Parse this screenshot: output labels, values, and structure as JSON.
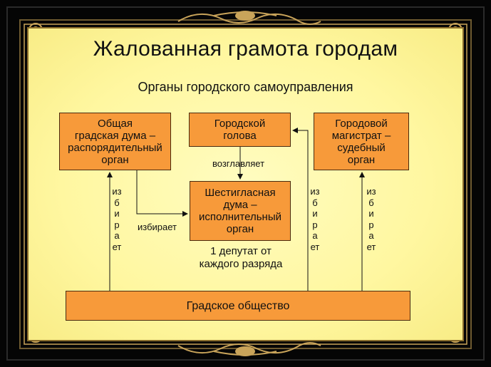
{
  "slide": {
    "title": "Жалованная грамота городам",
    "subtitle": "Органы городского самоуправления"
  },
  "boxes": {
    "duma": "Общая\nградская дума –\nраспорядительный\nорган",
    "golova": "Городской\nголова",
    "magistrat": "Городовой\nмагистрат –\nсудебный\nорган",
    "six": "Шестигласная\nдума –\nисполнительный\nорган",
    "society": "Градское общество"
  },
  "labels": {
    "heads": "возглавляет",
    "elects": "избирает",
    "deputy": "1 депутат от\nкаждого разряда",
    "elects_vertical": "избирает"
  },
  "colors": {
    "box_fill": "#f79a3a",
    "panel_fill": "#fff7a0",
    "frame_gold": "#c9a45a"
  }
}
